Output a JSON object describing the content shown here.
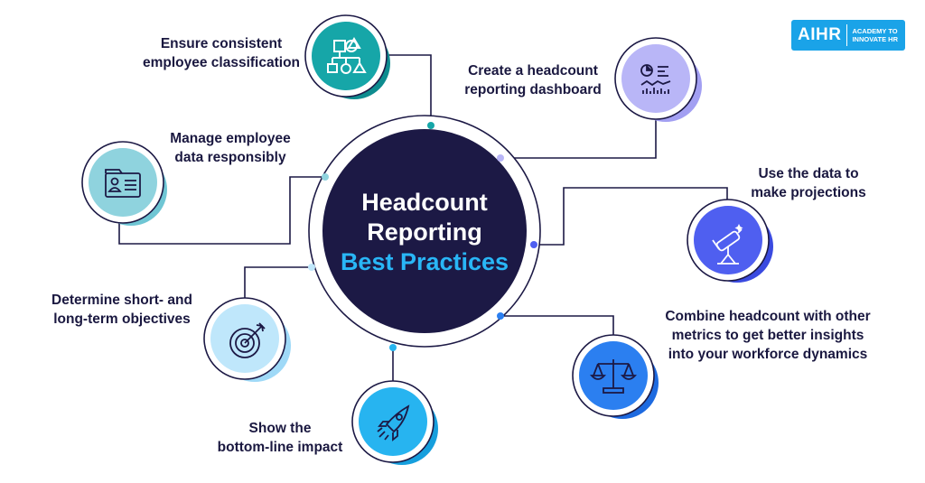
{
  "center": {
    "line1": "Headcount",
    "line2": "Reporting",
    "line3": "Best Practices"
  },
  "logo": {
    "main": "AIHR",
    "tag_line1": "ACADEMY TO",
    "tag_line2": "INNOVATE HR"
  },
  "practices": [
    {
      "line1": "Ensure consistent",
      "line2": "employee classification",
      "icon": "shapes-icon",
      "color": "#16a6a8",
      "shadow": "#0e8c8f"
    },
    {
      "line1": "Create a headcount",
      "line2": "reporting dashboard",
      "icon": "dashboard-icon",
      "color": "#b9b6f7",
      "shadow": "#a29ff2"
    },
    {
      "line1": "Manage employee",
      "line2": "data responsibly",
      "icon": "id-card-icon",
      "color": "#8fd3de",
      "shadow": "#6fc6d4"
    },
    {
      "line1": "Use the data to",
      "line2": "make projections",
      "icon": "telescope-icon",
      "color": "#4f5ff0",
      "shadow": "#3a4ae0"
    },
    {
      "line1": "Determine short- and",
      "line2": "long-term objectives",
      "icon": "target-icon",
      "color": "#bfe7fb",
      "shadow": "#9fd9f7"
    },
    {
      "line1": "Combine headcount with other",
      "line2": "metrics to get better insights",
      "line3": "into your workforce dynamics",
      "icon": "scales-icon",
      "color": "#2b7ff0",
      "shadow": "#1d6ae0"
    },
    {
      "line1": "Show the",
      "line2": "bottom-line impact",
      "icon": "rocket-icon",
      "color": "#27b4f0",
      "shadow": "#169fdd"
    }
  ],
  "colors": {
    "center_fill": "#1c1945",
    "line": "#1c1945",
    "accent": "#29b6f6"
  }
}
